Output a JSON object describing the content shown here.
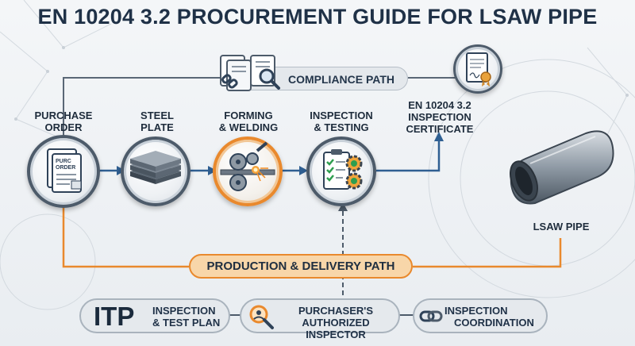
{
  "title": "EN 10204 3.2 PROCUREMENT GUIDE FOR LSAW PIPE",
  "compliance_path": "COMPLIANCE PATH",
  "production_path": "PRODUCTION & DELIVERY PATH",
  "steps": [
    {
      "line1": "PURCHASE",
      "line2": "ORDER"
    },
    {
      "line1": "STEEL",
      "line2": "PLATE"
    },
    {
      "line1": "FORMING",
      "line2": "& WELDING"
    },
    {
      "line1": "INSPECTION",
      "line2": "& TESTING"
    }
  ],
  "certificate": {
    "line1": "EN 10204 3.2",
    "line2": "INSPECTION",
    "line3": "CERTIFICATE"
  },
  "purchase_doc": {
    "line1": "PURC",
    "line2": "ORDER"
  },
  "product": "LSAW PIPE",
  "bottom": {
    "itp": {
      "abbr": "ITP",
      "line1": "INSPECTION",
      "line2": "& TEST PLAN"
    },
    "inspector": {
      "line1": "PURCHASER'S",
      "line2": "AUTHORIZED INSPECTOR"
    },
    "coordination": {
      "line1": "INSPECTION",
      "line2": "COORDINATION"
    }
  },
  "colors": {
    "accent": "#e9892d",
    "dark": "#1f3147",
    "ring": "#4d5b6a",
    "check": "#2e9e4f"
  }
}
